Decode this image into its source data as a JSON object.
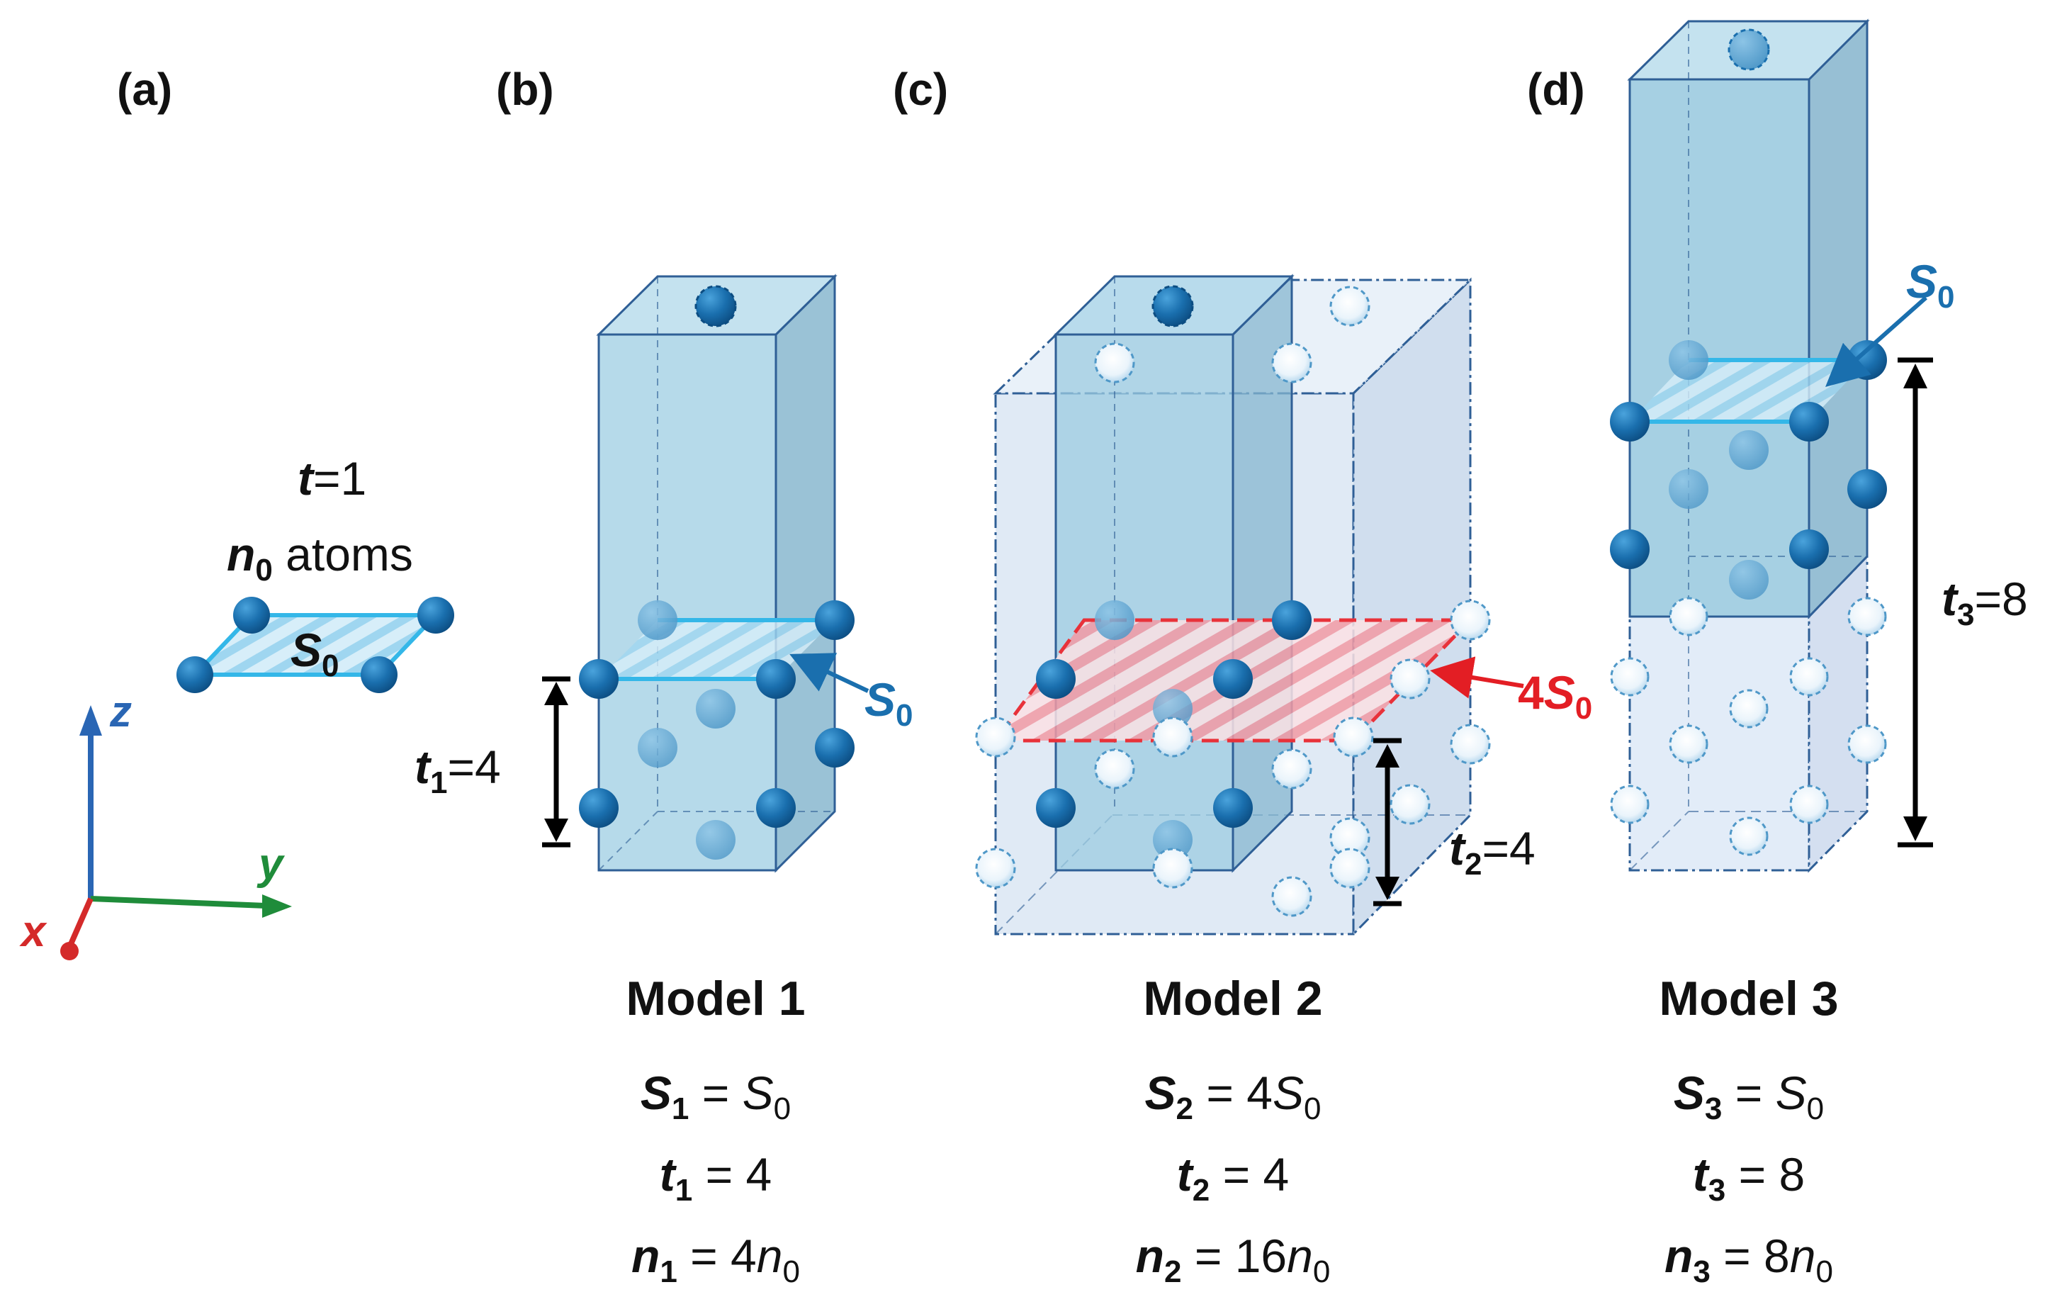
{
  "panels": {
    "a": "(a)",
    "b": "(b)",
    "c": "(c)",
    "d": "(d)"
  },
  "panel_a": {
    "t_var": "t",
    "t_value": "=1",
    "n_var": "n",
    "n_sub": "0",
    "n_text": " atoms",
    "area_var": "S",
    "area_sub": "0"
  },
  "axes": {
    "x": "x",
    "y": "y",
    "z": "z"
  },
  "model1": {
    "title": "Model 1",
    "area_label_var": "S",
    "area_label_sub": "0",
    "thickness_var": "t",
    "thickness_sub": "1",
    "thickness_value": "=4",
    "eq1": {
      "var": "S",
      "sub": "1",
      "rhs": " = ",
      "rhs_var": "S",
      "rhs_sub": "0",
      "rhs_coef": ""
    },
    "eq2": {
      "var": "t",
      "sub": "1",
      "rhs": " = 4"
    },
    "eq3": {
      "var": "n",
      "sub": "1",
      "rhs": " = 4",
      "rhs_var": "n",
      "rhs_sub": "0"
    }
  },
  "model2": {
    "title": "Model 2",
    "area_label_coef": "4",
    "area_label_var": "S",
    "area_label_sub": "0",
    "thickness_var": "t",
    "thickness_sub": "2",
    "thickness_value": "=4",
    "eq1": {
      "var": "S",
      "sub": "2",
      "rhs": " = 4",
      "rhs_var": "S",
      "rhs_sub": "0"
    },
    "eq2": {
      "var": "t",
      "sub": "2",
      "rhs": " = 4"
    },
    "eq3": {
      "var": "n",
      "sub": "2",
      "rhs": " = 16",
      "rhs_var": "n",
      "rhs_sub": "0"
    }
  },
  "model3": {
    "title": "Model 3",
    "area_label_var": "S",
    "area_label_sub": "0",
    "thickness_var": "t",
    "thickness_sub": "3",
    "thickness_value": "=8",
    "eq1": {
      "var": "S",
      "sub": "3",
      "rhs": " = ",
      "rhs_var": "S",
      "rhs_sub": "0"
    },
    "eq2": {
      "var": "t",
      "sub": "3",
      "rhs": " = 8"
    },
    "eq3": {
      "var": "n",
      "sub": "3",
      "rhs": " = 8",
      "rhs_var": "n",
      "rhs_sub": "0"
    }
  },
  "colors": {
    "atom_dark": "#1a6fae",
    "atom_light": "#e8f3fb",
    "box_fill": "#9ccbe0",
    "box_stroke": "#2f5f96",
    "plane_cyan": "#34b7e8",
    "plane_red": "#e8323a",
    "label_blue": "#1a6fae",
    "label_red": "#e31e24",
    "axis_x": "#d42a2a",
    "axis_y": "#1f8c3a",
    "axis_z": "#2a66b4"
  }
}
